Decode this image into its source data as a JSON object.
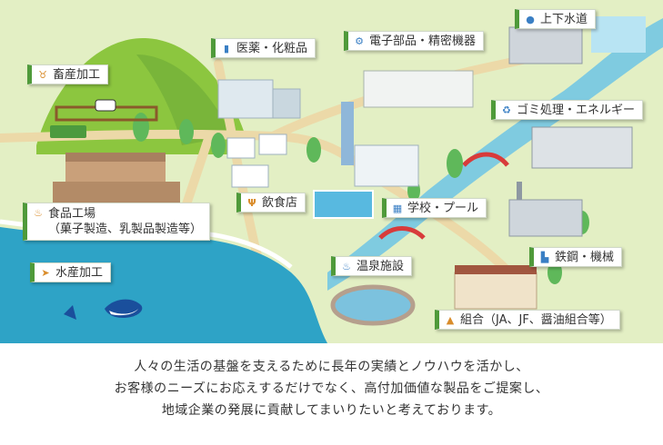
{
  "labels": {
    "livestock": "畜産加工",
    "pharma": "医薬・化粧品",
    "electronics": "電子部品・精密機器",
    "water": "上下水道",
    "garbage": "ゴミ処理・エネルギー",
    "food_line1": "食品工場",
    "food_line2": "（菓子製造、乳製品製造等）",
    "restaurant": "飲食店",
    "school": "学校・プール",
    "steel": "鉄鋼・機械",
    "seafood": "水産加工",
    "hotspring": "温泉施設",
    "union": "組合（JA、JF、醤油組合等）"
  },
  "caption": {
    "line1": "人々の生活の基盤を支えるために長年の実績とノウハウを活かし、",
    "line2": "お客様のニーズにお応えするだけでなく、高付加価値な製品をご提案し、",
    "line3": "地域企業の発展に貢献してまいりたいと考えております。"
  },
  "colors": {
    "land": "#e3efc4",
    "sea": "#2ea3c6",
    "river": "#7fcbe0",
    "road": "#ecd9a8",
    "hill": "#8cc63f",
    "label_accent": "#4f9a3a"
  },
  "icons": {
    "livestock": "cow-face-icon",
    "pharma": "medicine-bottle-icon",
    "electronics": "gear-icon",
    "water": "water-drop-icon",
    "garbage": "recycle-icon",
    "food": "cupcake-icon",
    "restaurant": "fork-knife-icon",
    "school": "school-building-icon",
    "steel": "factory-icon",
    "seafood": "fish-icon",
    "hotspring": "hot-spring-icon",
    "union": "cone-icon"
  }
}
